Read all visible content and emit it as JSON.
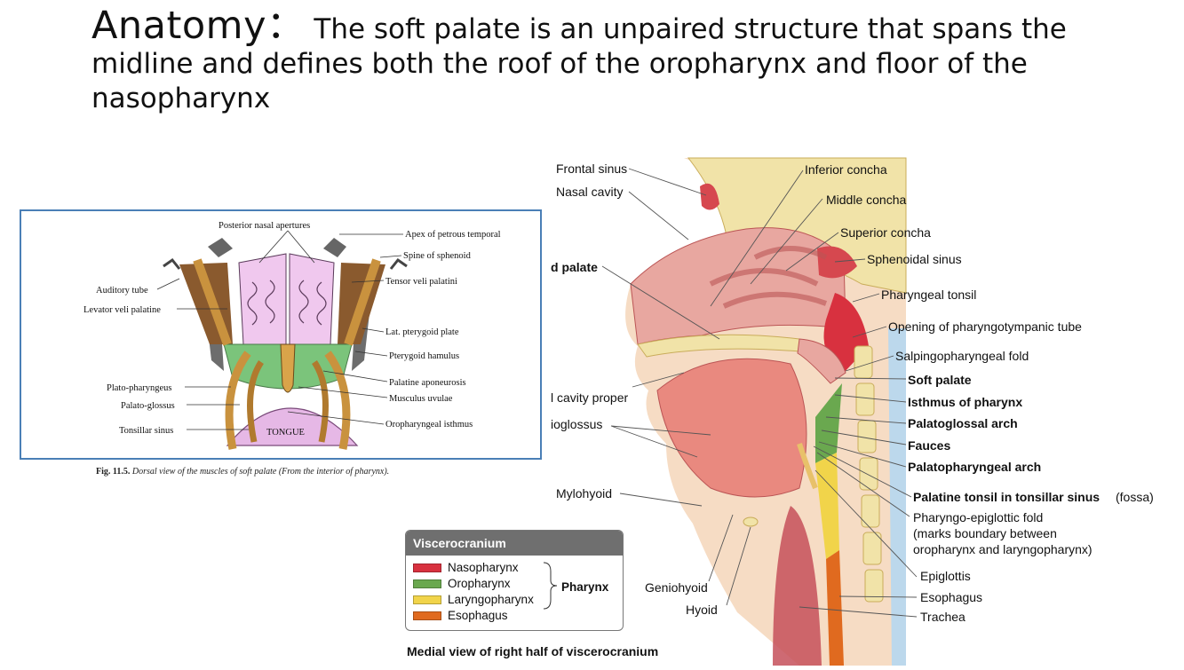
{
  "title": {
    "heading": "Anatomy：",
    "text": "The soft palate is an unpaired structure that spans the midline and defines both the roof of the oropharynx and floor of the nasopharynx"
  },
  "figure1": {
    "labels": {
      "posterior_nasal_apertures": "Posterior nasal apertures",
      "apex_petrous": "Apex of petrous temporal",
      "spine_sphenoid": "Spine of sphenoid",
      "tensor": "Tensor veli palatini",
      "auditory_tube": "Auditory tube",
      "levator": "Levator veli palatine",
      "lat_pterygoid": "Lat. pterygoid plate",
      "hamulus": "Pterygoid hamulus",
      "palatine_aponeurosis": "Palatine aponeurosis",
      "plato_pharyngeus": "Plato-pharyngeus",
      "musculus_uvulae": "Musculus uvulae",
      "palato_glossus": "Palato-glossus",
      "oropharyngeal_isthmus": "Oropharyngeal isthmus",
      "tonsillar_sinus": "Tonsillar sinus",
      "tongue": "TONGUE"
    },
    "caption_num": "Fig. 11.5.",
    "caption_text": " Dorsal view of the muscles of soft palate (From the interior of pharynx)."
  },
  "figure2": {
    "labels": {
      "frontal_sinus": "Frontal sinus",
      "nasal_cavity": "Nasal cavity",
      "hard_palate": "d palate",
      "oral_cavity": "l cavity proper",
      "genioglossus": "ioglossus",
      "mylohyoid": "Mylohyoid",
      "geniohyoid": "Geniohyoid",
      "hyoid": "Hyoid",
      "inferior_concha": "Inferior concha",
      "middle_concha": "Middle concha",
      "superior_concha": "Superior concha",
      "sphenoidal_sinus": "Sphenoidal sinus",
      "pharyngeal_tonsil": "Pharyngeal tonsil",
      "opening_tube": "Opening of pharyngotympanic tube",
      "salpingo": "Salpingopharyngeal fold",
      "soft_palate": "Soft palate",
      "isthmus": "Isthmus of pharynx",
      "palatoglossal": "Palatoglossal arch",
      "fauces": "Fauces",
      "palatopharyngeal": "Palatopharyngeal arch",
      "palatine_tonsil": "Palatine tonsil in tonsillar sinus",
      "fossa": "(fossa)",
      "pharyngo_epi": "Pharyngo-epiglottic fold",
      "marks1": "(marks boundary between",
      "marks2": "oropharynx and laryngopharynx)",
      "epiglottis": "Epiglottis",
      "esophagus": "Esophagus",
      "trachea": "Trachea"
    }
  },
  "legend": {
    "header": "Viscerocranium",
    "items": [
      {
        "label": "Nasopharynx",
        "color": "#d8313f"
      },
      {
        "label": "Oropharynx",
        "color": "#6aa84f"
      },
      {
        "label": "Laryngopharynx",
        "color": "#f1d44a"
      },
      {
        "label": "Esophagus",
        "color": "#e06a1f"
      }
    ],
    "group": "Pharynx"
  },
  "bottom_caption": "Medial view of right half of viscerocranium"
}
